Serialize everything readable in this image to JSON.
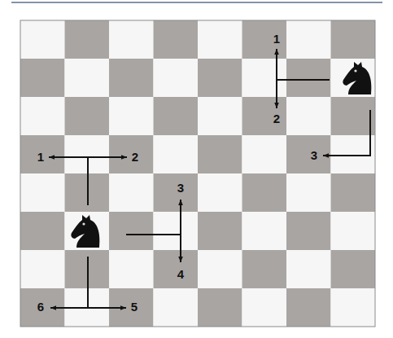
{
  "diagram": {
    "labels": [
      "1",
      "2",
      "3",
      "1",
      "2",
      "3",
      "4",
      "6",
      "5"
    ]
  }
}
